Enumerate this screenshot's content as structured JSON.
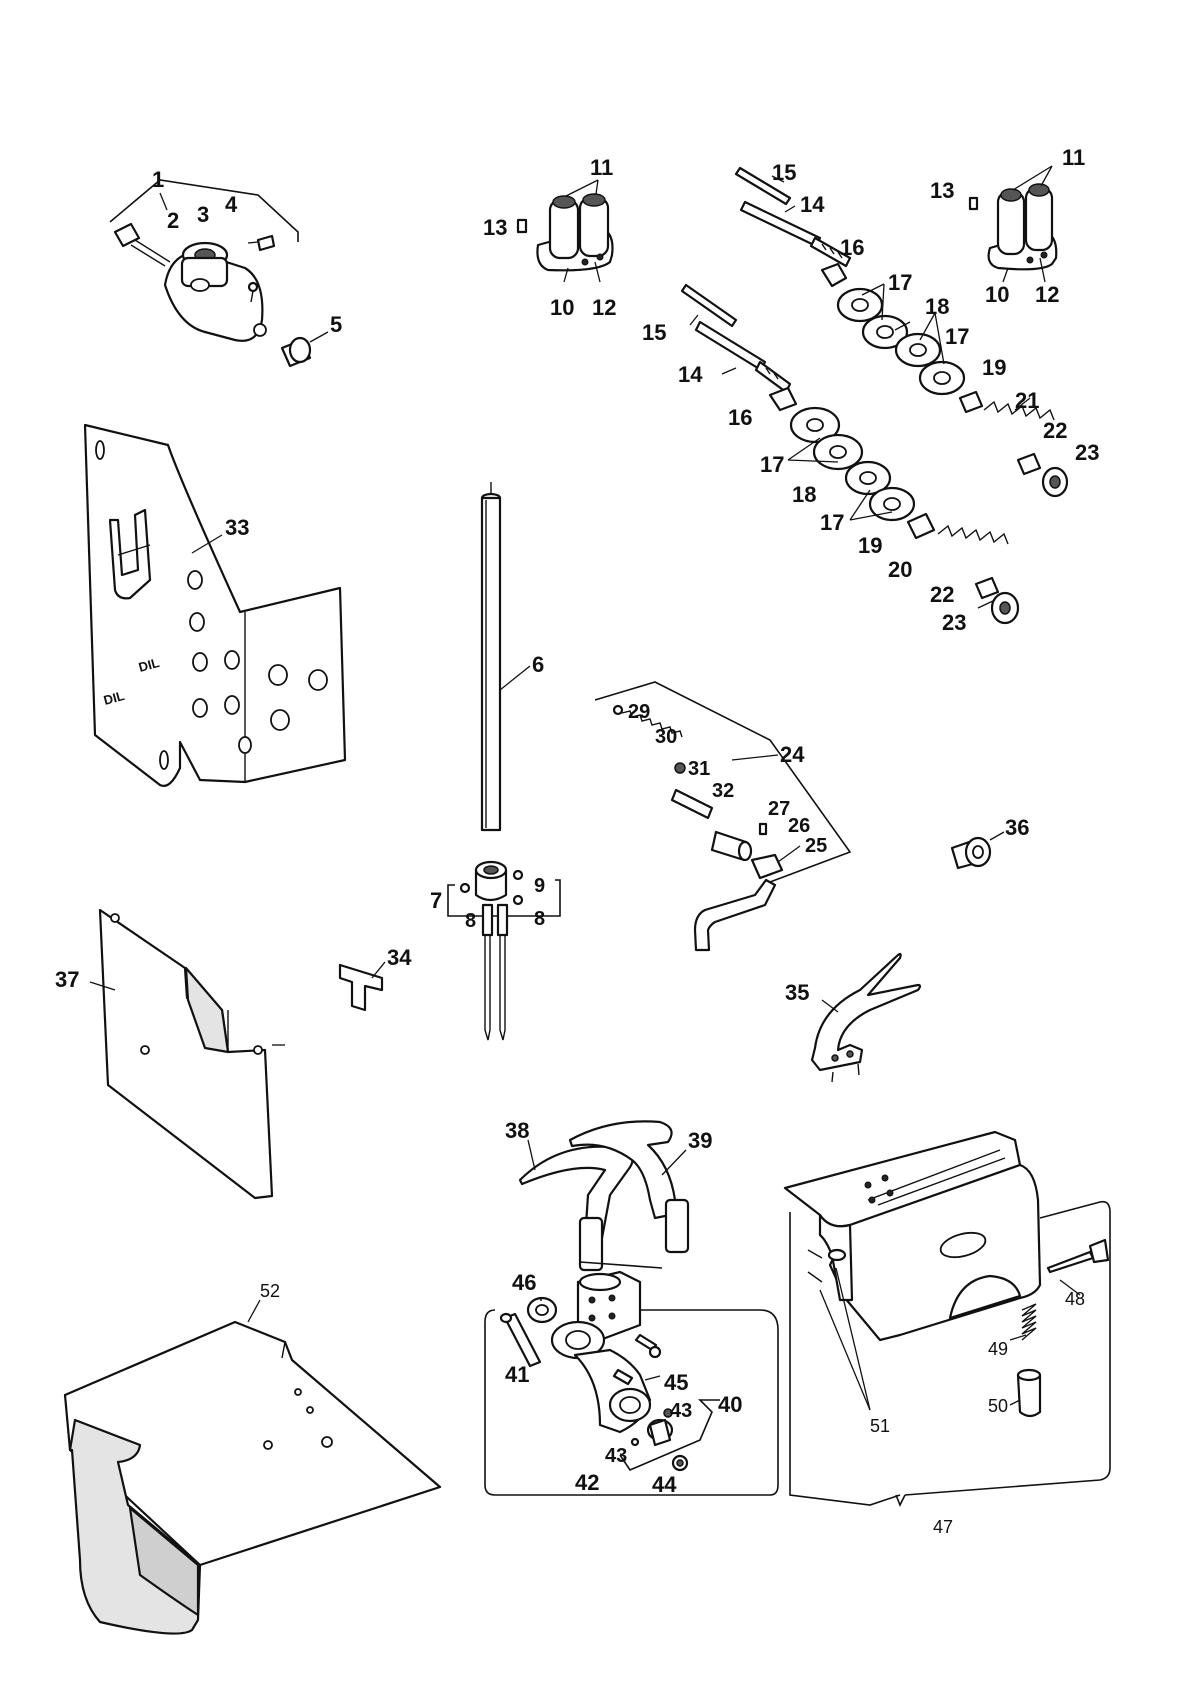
{
  "labels": [
    {
      "id": "1",
      "text": "1"
    },
    {
      "id": "2",
      "text": "2"
    },
    {
      "id": "3",
      "text": "3"
    },
    {
      "id": "4",
      "text": "4"
    },
    {
      "id": "5",
      "text": "5"
    },
    {
      "id": "6",
      "text": "6"
    },
    {
      "id": "7",
      "text": "7"
    },
    {
      "id": "8a",
      "text": "8"
    },
    {
      "id": "8b",
      "text": "8"
    },
    {
      "id": "9",
      "text": "9"
    },
    {
      "id": "10a",
      "text": "10"
    },
    {
      "id": "11a",
      "text": "11"
    },
    {
      "id": "12a",
      "text": "12"
    },
    {
      "id": "13a",
      "text": "13"
    },
    {
      "id": "10b",
      "text": "10"
    },
    {
      "id": "11b",
      "text": "11"
    },
    {
      "id": "12b",
      "text": "12"
    },
    {
      "id": "13b",
      "text": "13"
    },
    {
      "id": "14a",
      "text": "14"
    },
    {
      "id": "15a",
      "text": "15"
    },
    {
      "id": "16a",
      "text": "16"
    },
    {
      "id": "17a",
      "text": "17"
    },
    {
      "id": "18a",
      "text": "18"
    },
    {
      "id": "17b",
      "text": "17"
    },
    {
      "id": "19a",
      "text": "19"
    },
    {
      "id": "21",
      "text": "21"
    },
    {
      "id": "22a",
      "text": "22"
    },
    {
      "id": "23a",
      "text": "23"
    },
    {
      "id": "15b",
      "text": "15"
    },
    {
      "id": "14b",
      "text": "14"
    },
    {
      "id": "16b",
      "text": "16"
    },
    {
      "id": "17c",
      "text": "17"
    },
    {
      "id": "18b",
      "text": "18"
    },
    {
      "id": "17d",
      "text": "17"
    },
    {
      "id": "19b",
      "text": "19"
    },
    {
      "id": "20",
      "text": "20"
    },
    {
      "id": "22b",
      "text": "22"
    },
    {
      "id": "23b",
      "text": "23"
    },
    {
      "id": "24",
      "text": "24"
    },
    {
      "id": "25",
      "text": "25"
    },
    {
      "id": "26",
      "text": "26"
    },
    {
      "id": "27",
      "text": "27"
    },
    {
      "id": "29",
      "text": "29"
    },
    {
      "id": "30",
      "text": "30"
    },
    {
      "id": "31",
      "text": "31"
    },
    {
      "id": "32",
      "text": "32"
    },
    {
      "id": "33",
      "text": "33"
    },
    {
      "id": "34",
      "text": "34"
    },
    {
      "id": "35",
      "text": "35"
    },
    {
      "id": "36",
      "text": "36"
    },
    {
      "id": "37",
      "text": "37"
    },
    {
      "id": "38",
      "text": "38"
    },
    {
      "id": "39",
      "text": "39"
    },
    {
      "id": "40",
      "text": "40"
    },
    {
      "id": "41",
      "text": "41"
    },
    {
      "id": "42",
      "text": "42"
    },
    {
      "id": "43a",
      "text": "43"
    },
    {
      "id": "43b",
      "text": "43"
    },
    {
      "id": "44",
      "text": "44"
    },
    {
      "id": "45",
      "text": "45"
    },
    {
      "id": "46",
      "text": "46"
    },
    {
      "id": "47",
      "text": "47"
    },
    {
      "id": "48",
      "text": "48"
    },
    {
      "id": "49",
      "text": "49"
    },
    {
      "id": "50",
      "text": "50"
    },
    {
      "id": "51",
      "text": "51"
    },
    {
      "id": "52",
      "text": "52"
    }
  ],
  "plate_marking": "DIL"
}
